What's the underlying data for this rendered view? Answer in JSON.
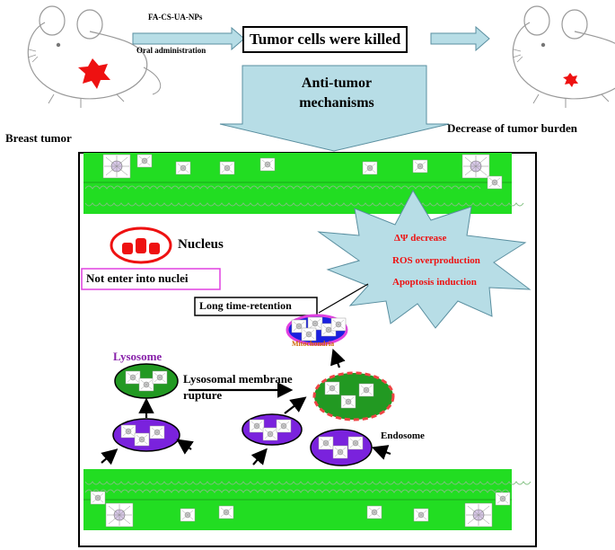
{
  "top": {
    "drug_name": "FA-CS-UA-NPs",
    "route": "Oral administration",
    "result_box": "Tumor cells were killed",
    "mechanism_arrow": "Anti-tumor mechanisms",
    "left_caption": "Breast tumor",
    "right_caption": "Decrease of  tumor burden"
  },
  "panel": {
    "nucleus_label": "Nucleus",
    "not_enter": "Not enter into nuclei",
    "long_retention": "Long time-retention",
    "mitochondria_label": "Mitochondria",
    "lysosome_label": "Lysosome",
    "rupture_line1": "Lysosomal membrane",
    "rupture_line2": "rupture",
    "endosome_label": "Endosome",
    "effects": [
      "ΔΨ  decrease",
      "ROS overproduction",
      "Apoptosis induction"
    ]
  },
  "colors": {
    "membrane": "#22dd22",
    "tumor": "#ee1111",
    "arrow_fill": "#b7dde6",
    "vesicle_purple": "#7a22dd",
    "lysosome_green": "#229922",
    "effect_text": "#ee1111",
    "nucleus_outline": "#ee1111",
    "not_enter_border": "#e040e0",
    "lysosome_text": "#8822aa",
    "mito_text": "#cc6600"
  }
}
